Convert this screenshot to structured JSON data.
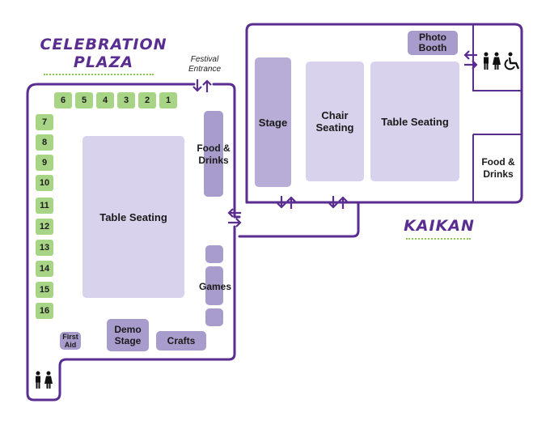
{
  "celebration_plaza": {
    "title_line1": "CELEBRATION",
    "title_line2": "PLAZA",
    "festival_entrance": "Festival Entrance",
    "booths_top": [
      "6",
      "5",
      "4",
      "3",
      "2",
      "1"
    ],
    "booths_left": [
      "7",
      "8",
      "9",
      "10",
      "11",
      "12",
      "13",
      "14",
      "15",
      "16"
    ],
    "table_seating": "Table Seating",
    "food_drinks": "Food & Drinks",
    "games": "Games",
    "demo_stage": "Demo Stage",
    "crafts": "Crafts",
    "first_aid": "First Aid"
  },
  "kaikan": {
    "title": "KAIKAN",
    "stage": "Stage",
    "chair_seating": "Chair Seating",
    "table_seating": "Table Seating",
    "photo_booth": "Photo Booth",
    "food_drinks": "Food & Drinks"
  },
  "icons": [
    "restroom-icon",
    "wheelchair-icon",
    "bidirectional-arrow-icon"
  ],
  "colors": {
    "outline": "#5a2d91",
    "booth_green": "#a8d585",
    "area_light": "#d9d2ec",
    "area_dark": "#a89ccc",
    "dotted_underline": "#8cc84b"
  }
}
